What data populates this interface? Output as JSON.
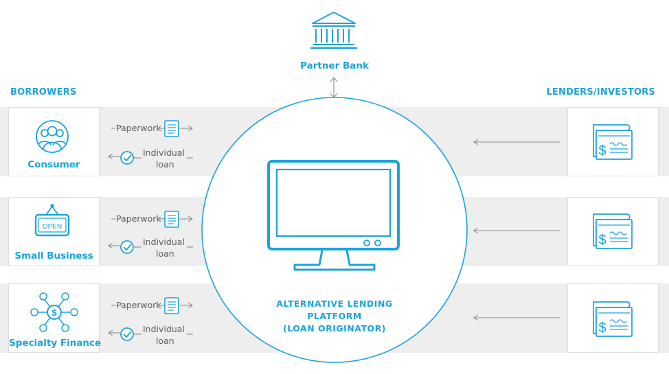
{
  "headings": {
    "borrowers": "BORROWERS",
    "lenders": "LENDERS/INVESTORS"
  },
  "partner_bank": {
    "label": "Partner Bank",
    "icon": "bank-icon"
  },
  "platform": {
    "line1": "ALTERNATIVE LENDING",
    "line2": "PLATFORM",
    "line3": "(LOAN ORIGINATOR)",
    "icon": "monitor-icon"
  },
  "rows": [
    {
      "borrower": "Consumer",
      "icon": "people-icon",
      "paperwork": "Paperwork",
      "loan1": "Individual",
      "loan2": "loan"
    },
    {
      "borrower": "Small Business",
      "icon": "open-sign-icon",
      "sign_text": "OPEN",
      "paperwork": "Paperwork",
      "loan1": "Individual",
      "loan2": "loan"
    },
    {
      "borrower": "Specialty Finance",
      "icon": "dollar-network-icon",
      "paperwork": "Paperwork",
      "loan1": "Individual",
      "loan2": "loan"
    }
  ],
  "colors": {
    "accent": "#1ba3dd",
    "band": "#eeeeee",
    "text": "#5e5e5e"
  }
}
